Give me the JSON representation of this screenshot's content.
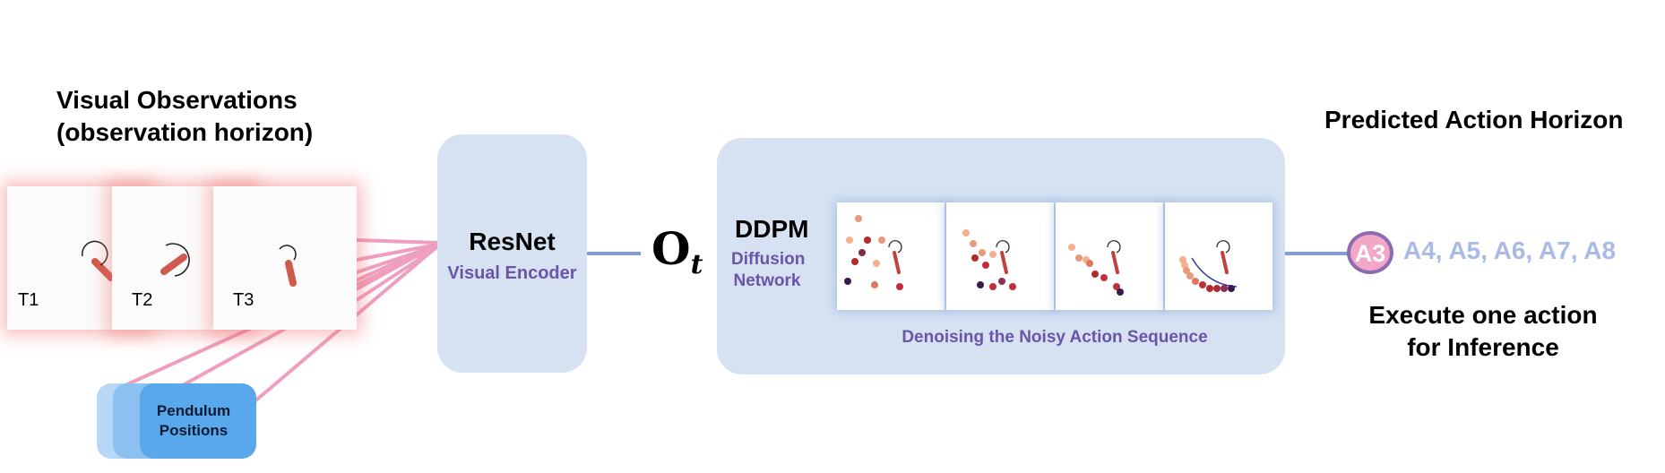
{
  "observations": {
    "title_line1": "Visual Observations",
    "title_line2": "(observation horizon)",
    "frames": [
      "T1",
      "T2",
      "T3"
    ]
  },
  "pendulum": {
    "line1": "Pendulum",
    "line2": "Positions"
  },
  "encoder": {
    "title": "ResNet",
    "subtitle": "Visual Encoder"
  },
  "obs_symbol": {
    "base": "O",
    "subscript": "t"
  },
  "ddpm": {
    "title": "DDPM",
    "subtitle_line1": "Diffusion",
    "subtitle_line2": "Network",
    "caption": "Denoising the Noisy Action Sequence"
  },
  "action_horizon": {
    "title": "Predicted Action Horizon",
    "selected": "A3",
    "rest": "A4, A5, A6, A7, A8",
    "execute_line1": "Execute one action",
    "execute_line2": "for Inference"
  },
  "colors": {
    "panel": "#d6e2f2",
    "accent_purple": "#6a55a8",
    "connector_pink": "#ec8fb5",
    "connector_blue": "#7f9fd6",
    "action_text": "#aab9e8",
    "selected_fill": "#f4a6c6",
    "selected_border": "#8a6cb0",
    "pendulum_box": "#5aa8ec"
  }
}
